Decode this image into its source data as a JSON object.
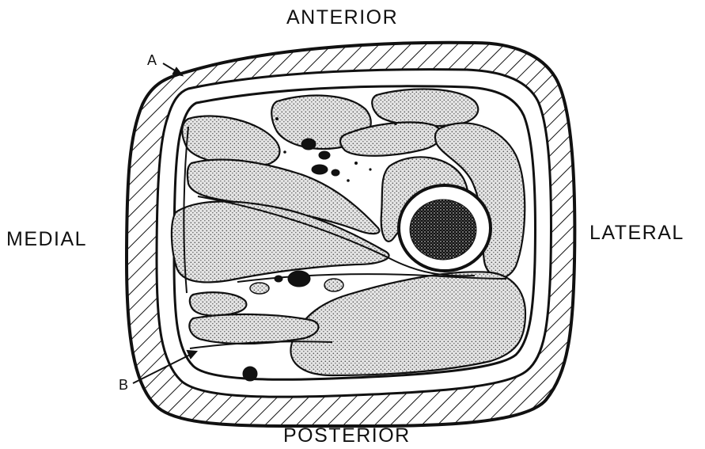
{
  "orientation": {
    "anterior": "ANTERIOR",
    "posterior": "POSTERIOR",
    "medial": "MEDIAL",
    "lateral": "LATERAL"
  },
  "markers": {
    "a": "A",
    "b": "B"
  },
  "colors": {
    "ink": "#111111",
    "muscle_fill": "#c9c9c9",
    "background": "#ffffff"
  }
}
